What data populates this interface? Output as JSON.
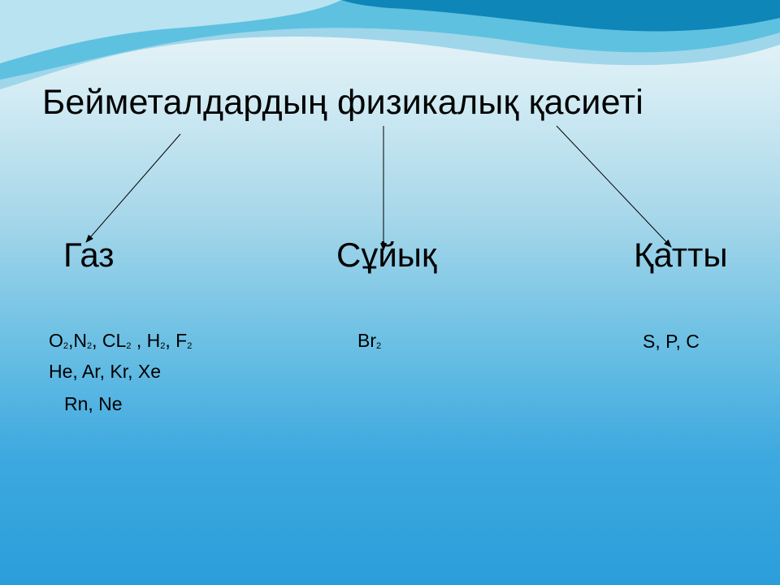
{
  "slide": {
    "title": "Бейметалдардың физикалық қасиеті",
    "categories": [
      {
        "label": "Газ"
      },
      {
        "label": "Сұйық"
      },
      {
        "label": "Қатты"
      }
    ],
    "gas": {
      "line1": [
        {
          "text": "O",
          "sub": "2"
        },
        {
          "text": ",N",
          "sub": "2"
        },
        {
          "text": ", CL",
          "sub": "2"
        },
        {
          "text": " , H",
          "sub": "2"
        },
        {
          "text": ", F",
          "sub": "2"
        }
      ],
      "line2": "He, Ar, Kr, Xe",
      "line3": "Rn, Ne"
    },
    "liquid": {
      "text": "Br",
      "sub": "2"
    },
    "solid": {
      "text": "S, P, C"
    }
  }
}
